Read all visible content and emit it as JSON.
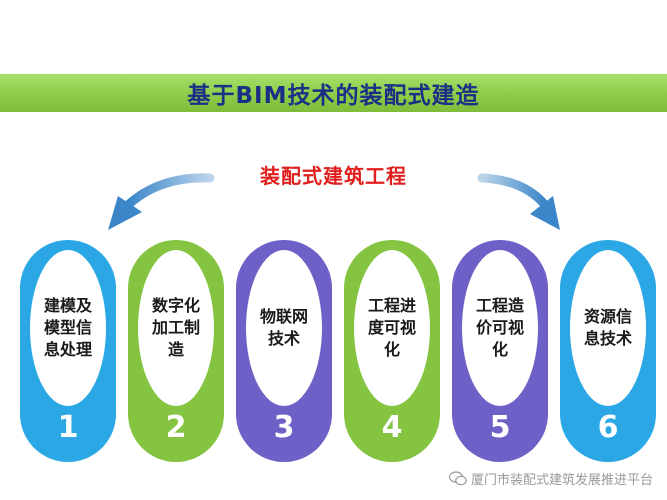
{
  "title": "基于BIM技术的装配式建造",
  "subtitle": "装配式建筑工程",
  "items": [
    {
      "label": "建模及模型信息处理",
      "number": "1",
      "color": "#2aa7e4"
    },
    {
      "label": "数字化加工制造",
      "number": "2",
      "color": "#84c441"
    },
    {
      "label": "物联网技术",
      "number": "3",
      "color": "#6d60c6"
    },
    {
      "label": "工程进度可视化",
      "number": "4",
      "color": "#84c441"
    },
    {
      "label": "工程造价可视化",
      "number": "5",
      "color": "#6d60c6"
    },
    {
      "label": "资源信息技术",
      "number": "6",
      "color": "#2aa7e4"
    }
  ],
  "watermark": "厦门市装配式建筑发展推进平台",
  "colors": {
    "banner": "#8dcc48",
    "title": "#1b2f86",
    "subtitle": "#e01e1e",
    "arrow": "#3a86c8"
  }
}
